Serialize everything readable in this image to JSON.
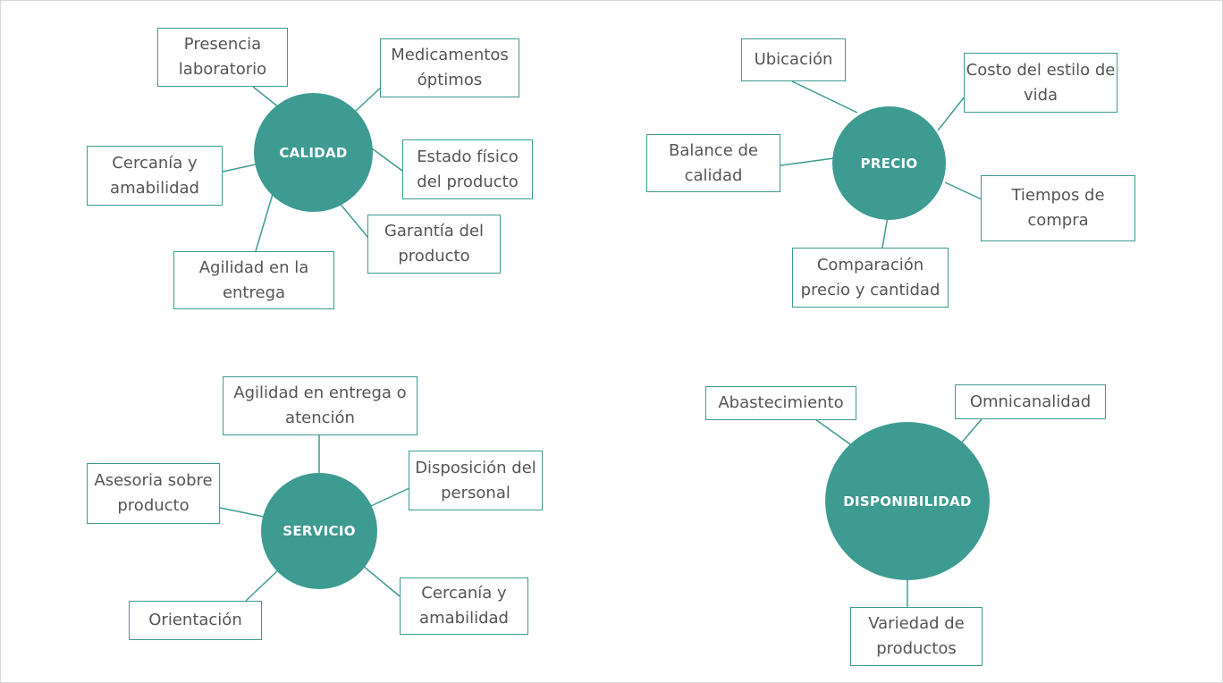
{
  "colors": {
    "accent": "#3d9b92",
    "text": "#555555",
    "background": "#ffffff"
  },
  "clusters": {
    "calidad": {
      "hub": "CALIDAD",
      "items": {
        "presencia": "Presencia laboratorio",
        "medicamentos": "Medicamentos óptimos",
        "estado": "Estado físico del producto",
        "garantia": "Garantía del producto",
        "agilidad": "Agilidad en la entrega",
        "cercania": "Cercanía y amabilidad"
      }
    },
    "precio": {
      "hub": "PRECIO",
      "items": {
        "ubicacion": "Ubicación",
        "costo": "Costo del estilo de vida",
        "tiempos": "Tiempos de compra",
        "comparacion": "Comparación precio y cantidad",
        "balance": "Balance de calidad"
      }
    },
    "servicio": {
      "hub": "SERVICIO",
      "items": {
        "agilidad": "Agilidad en entrega o atención",
        "disposicion": "Disposición del personal",
        "cercania": "Cercanía y amabilidad",
        "orientacion": "Orientación",
        "asesoria": "Asesoria sobre producto"
      }
    },
    "disponibilidad": {
      "hub": "DISPONIBILIDAD",
      "items": {
        "abastecimiento": "Abastecimiento",
        "omnicanalidad": "Omnicanalidad",
        "variedad": "Variedad de productos"
      }
    }
  }
}
